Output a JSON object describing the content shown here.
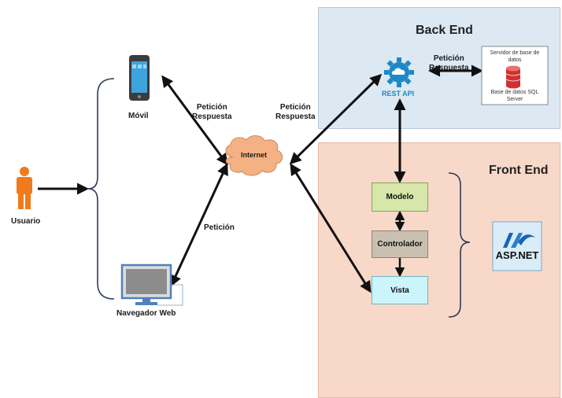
{
  "sections": {
    "back_end": "Back End",
    "front_end": "Front End"
  },
  "nodes": {
    "usuario": "Usuario",
    "movil": "Móvil",
    "navegador": "Navegador Web",
    "internet": "Internet",
    "rest_api": "REST API",
    "modelo": "Modelo",
    "controlador": "Controlador",
    "vista": "Vista",
    "db_top": "Servidor de base de datos",
    "db_bottom": "Base de datos SQL Server",
    "aspnet_logo": "ASP.NET"
  },
  "edge_labels": {
    "movil_internet": {
      "line1": "Petición",
      "line2": "Respuesta"
    },
    "internet_backend": {
      "line1": "Petición",
      "line2": "Respuesta"
    },
    "api_db": {
      "line1": "Petición",
      "line2": "Respuesta"
    },
    "navegador_internet": "Petición"
  },
  "colors": {
    "back_end_bg": "#dce8f2",
    "front_end_bg": "#f8d8c8",
    "user": "#f07a1c",
    "internet_cloud": "#f4b183",
    "modelo_fill": "#d6e7a9",
    "controlador_fill": "#c9c0b2",
    "vista_fill": "#ccf5fb",
    "api_icon": "#1e88c8",
    "db_icon": "#d32f2f"
  }
}
